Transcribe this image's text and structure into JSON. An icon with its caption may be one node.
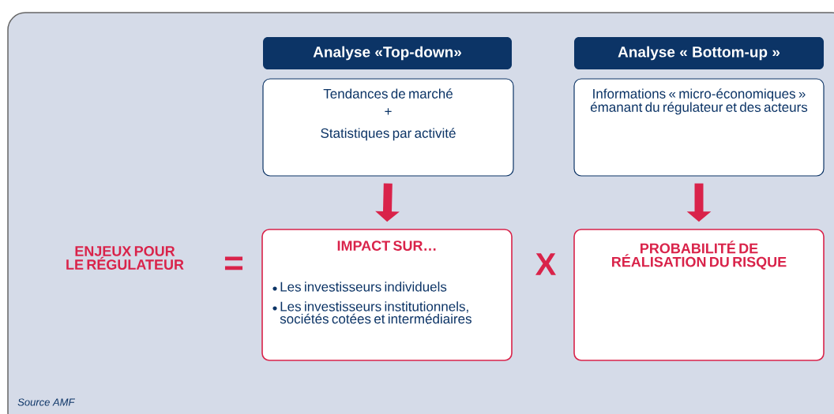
{
  "diagram": {
    "nodes": [
      {
        "text": [
          "Analyse «Top-down»"
        ]
      },
      {
        "text": [
          "Tendances de marché",
          "+",
          "Statistiques par activité"
        ]
      },
      {
        "text": [
          "Analyse « Bottom-up »"
        ]
      },
      {
        "text": [
          "Informations « micro-économiques » émanant du régulateur et des acteurs"
        ]
      },
      {
        "text": [
          "IMPACT SUR…",
          "Les investisseurs individuels",
          "Les investisseurs institutionnels, sociétés cotées et intermédiaires"
        ]
      },
      {
        "text": [
          "PROBABILITÉ DE RÉALISATION DU RISQUE"
        ]
      }
    ],
    "edges": [
      {
        "from": 1,
        "to": 4,
        "arrow": "to"
      },
      {
        "from": 3,
        "to": 5,
        "arrow": "to"
      }
    ],
    "labels": [
      "ENJEUX POUR LE RÉGULATEUR",
      "=",
      "X",
      "Source AMF"
    ]
  }
}
